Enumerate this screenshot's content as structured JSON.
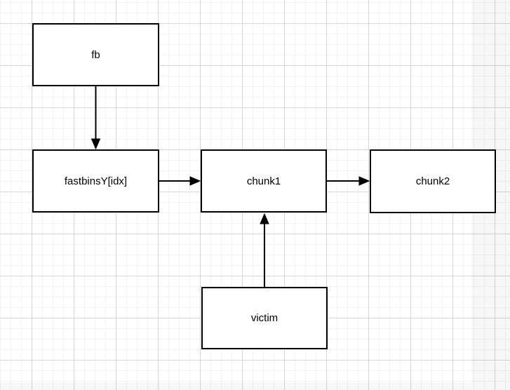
{
  "diagram": {
    "nodes": [
      {
        "id": "fb",
        "label": "fb"
      },
      {
        "id": "fastbinsY",
        "label": "fastbinsY[idx]"
      },
      {
        "id": "chunk1",
        "label": "chunk1"
      },
      {
        "id": "chunk2",
        "label": "chunk2"
      },
      {
        "id": "victim",
        "label": "victim"
      }
    ],
    "edges": [
      {
        "from": "fb",
        "to": "fastbinsY",
        "direction": "down"
      },
      {
        "from": "fastbinsY",
        "to": "chunk1",
        "direction": "right"
      },
      {
        "from": "chunk1",
        "to": "chunk2",
        "direction": "right"
      },
      {
        "from": "victim",
        "to": "chunk1",
        "direction": "up"
      }
    ],
    "colors": {
      "node_fill": "#ffffff",
      "node_stroke": "#000000",
      "edge_color": "#000000",
      "grid_minor": "#f2f2f2",
      "grid_major": "#d5d5d5",
      "canvas_background": "#ffffff",
      "offpage_background": "#f7f7f7"
    }
  }
}
